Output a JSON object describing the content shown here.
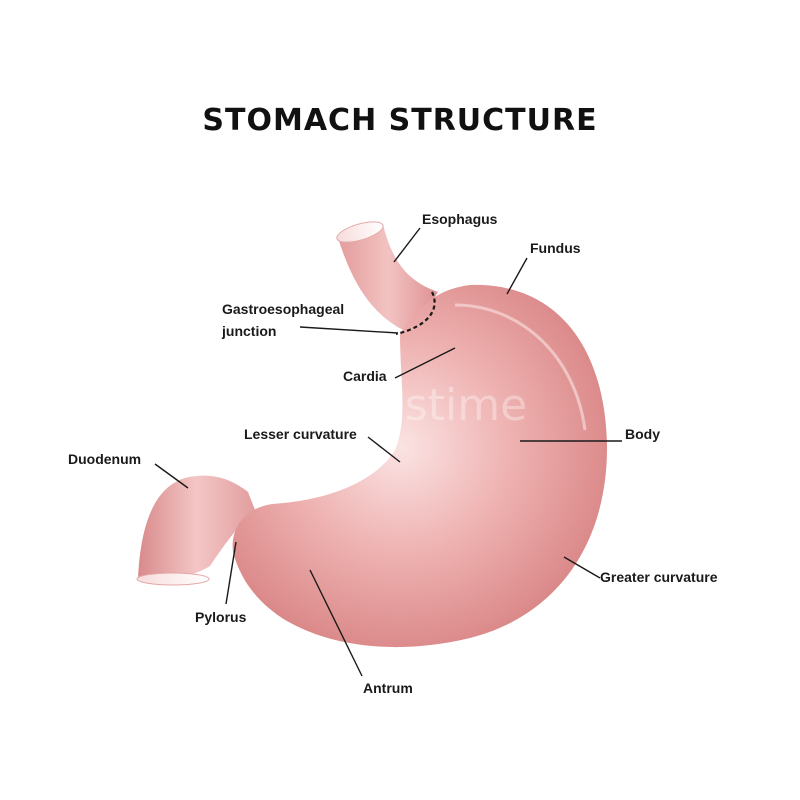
{
  "title": "STOMACH  STRUCTURE",
  "labels": {
    "esophagus": "Esophagus",
    "fundus": "Fundus",
    "ge_junction_line1": "Gastroesophageal",
    "ge_junction_line2": "junction",
    "cardia": "Cardia",
    "lesser_curvature": "Lesser curvature",
    "body": "Body",
    "duodenum": "Duodenum",
    "greater_curvature": "Greater curvature",
    "pylorus": "Pylorus",
    "antrum": "Antrum"
  },
  "watermark": "dreamstime",
  "colors": {
    "stomach_light": "#f4d0cf",
    "stomach_mid": "#e8a3a2",
    "stomach_dark": "#cf7475",
    "background": "#ffffff",
    "text": "#1a1a1a"
  }
}
